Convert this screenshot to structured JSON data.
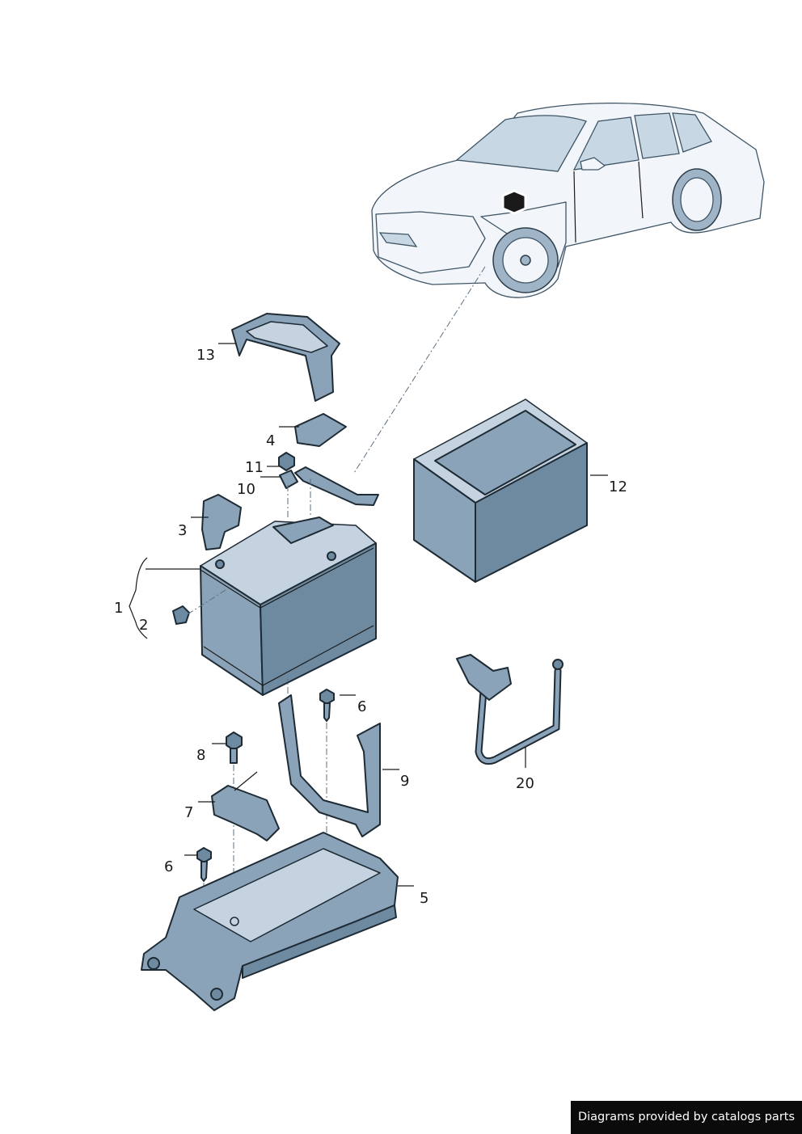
{
  "callouts": {
    "c1": "1",
    "c2": "2",
    "c3": "3",
    "c4": "4",
    "c5": "5",
    "c6a": "6",
    "c6b": "6",
    "c7": "7",
    "c8": "8",
    "c9": "9",
    "c10": "10",
    "c11": "11",
    "c12": "12",
    "c13": "13",
    "c20": "20"
  },
  "credit": "Diagrams provided by catalogs parts",
  "colors": {
    "part": "#8aa3b8",
    "outline": "#1e2b35",
    "background": "#ffffff",
    "credit_bg": "#0b0b0b"
  },
  "icons": {
    "battery_location_marker": "hexagon-icon"
  }
}
